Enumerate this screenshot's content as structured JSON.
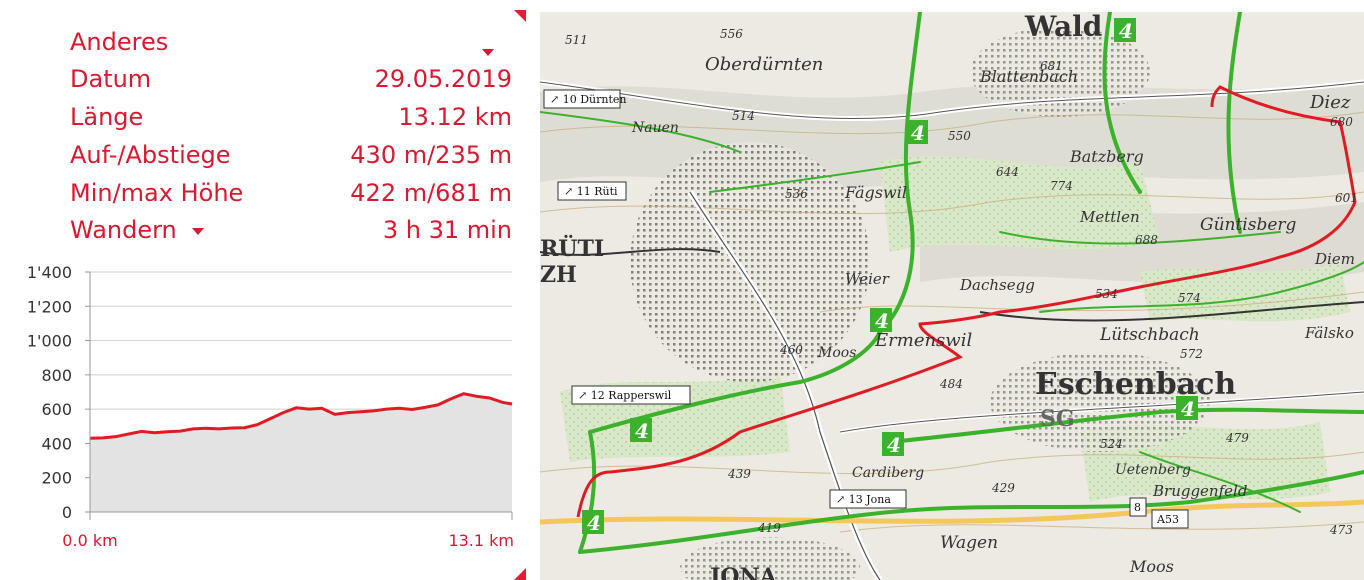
{
  "info": {
    "activity": {
      "label": "Anderes",
      "icon": "chevron-down-icon"
    },
    "date": {
      "label": "Datum",
      "value": "29.05.2019"
    },
    "length": {
      "label": "Länge",
      "value": "13.12 km"
    },
    "ascent_descent": {
      "label": "Auf-/Abstiege",
      "value": "430 m/235 m"
    },
    "min_max_height": {
      "label": "Min/max Höhe",
      "value": "422 m/681 m"
    },
    "mode": {
      "label": "Wandern",
      "value": "3 h 31 min",
      "icon": "chevron-down-icon"
    }
  },
  "colors": {
    "accent": "#d8192f",
    "route": "#e01b24",
    "trail": "#3cb22c",
    "profile_fill": "#e3e3e3"
  },
  "chart_data": {
    "type": "area",
    "title": "",
    "xlabel": "",
    "ylabel": "",
    "x_ticks": [
      "0.0 km",
      "13.1 km"
    ],
    "y_ticks": [
      "0",
      "200",
      "400",
      "600",
      "800",
      "1'000",
      "1'200",
      "1'400"
    ],
    "ylim": [
      0,
      1400
    ],
    "xlim": [
      0,
      13.1
    ],
    "grid": true,
    "series": [
      {
        "x": [
          0,
          0.4,
          0.8,
          1.2,
          1.6,
          2.0,
          2.4,
          2.8,
          3.2,
          3.6,
          4.0,
          4.4,
          4.8,
          5.2,
          5.6,
          6.0,
          6.4,
          6.8,
          7.2,
          7.6,
          8.0,
          8.4,
          8.8,
          9.2,
          9.6,
          10.0,
          10.4,
          10.8,
          11.2,
          11.6,
          12.0,
          12.4,
          12.8,
          13.1
        ],
        "y": [
          430,
          432,
          440,
          455,
          470,
          462,
          468,
          472,
          485,
          488,
          485,
          490,
          492,
          510,
          545,
          580,
          608,
          600,
          605,
          570,
          580,
          585,
          590,
          600,
          605,
          598,
          610,
          625,
          660,
          690,
          675,
          665,
          640,
          630
        ]
      }
    ]
  },
  "map": {
    "places": [
      "Wald",
      "Oberdürnten",
      "Blattenbach",
      "Diez",
      "Batzberg",
      "Fägswil",
      "Mettlen",
      "Güntisberg",
      "RÜTI",
      "ZH",
      "Weier",
      "Dachsegg",
      "Ermenswil",
      "Moos",
      "Lütschbach",
      "Fälsko",
      "Eschenbach",
      "SG",
      "Uetenberg",
      "Bruggenfeld",
      "Cardiberg",
      "Wagen",
      "Moos",
      "JONA",
      "Nauen",
      "Diem"
    ],
    "heights": [
      "556",
      "511",
      "681",
      "550",
      "644",
      "774",
      "688",
      "514",
      "536",
      "534",
      "574",
      "460",
      "484",
      "572",
      "524",
      "479",
      "439",
      "429",
      "419",
      "473",
      "680",
      "601"
    ],
    "signs": [
      "10 Dürnten",
      "11 Rüti",
      "12 Rapperswil",
      "13 Jona",
      "8",
      "A53"
    ],
    "route_numbers": [
      "4",
      "4",
      "4",
      "4",
      "4",
      "4",
      "4"
    ]
  }
}
